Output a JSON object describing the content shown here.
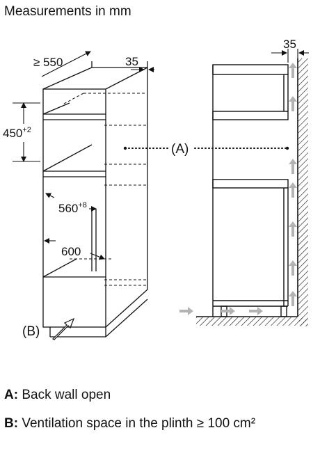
{
  "title": "Measurements in mm",
  "dimensions": {
    "depth": "≥ 550",
    "gap_left": "35",
    "gap_right": "35",
    "niche_height": "450",
    "niche_height_tol": "+2",
    "inner_width": "560",
    "inner_width_tol": "+8",
    "width": "600"
  },
  "callouts": {
    "a": "(A)",
    "b": "(B)"
  },
  "legend": {
    "a_key": "A:",
    "a_text": "Back wall open",
    "b_key": "B:",
    "b_text": "Ventilation space in the plinth ≥ 100 cm²"
  },
  "colors": {
    "line": "#111111",
    "arrow": "#b3b3b3"
  }
}
